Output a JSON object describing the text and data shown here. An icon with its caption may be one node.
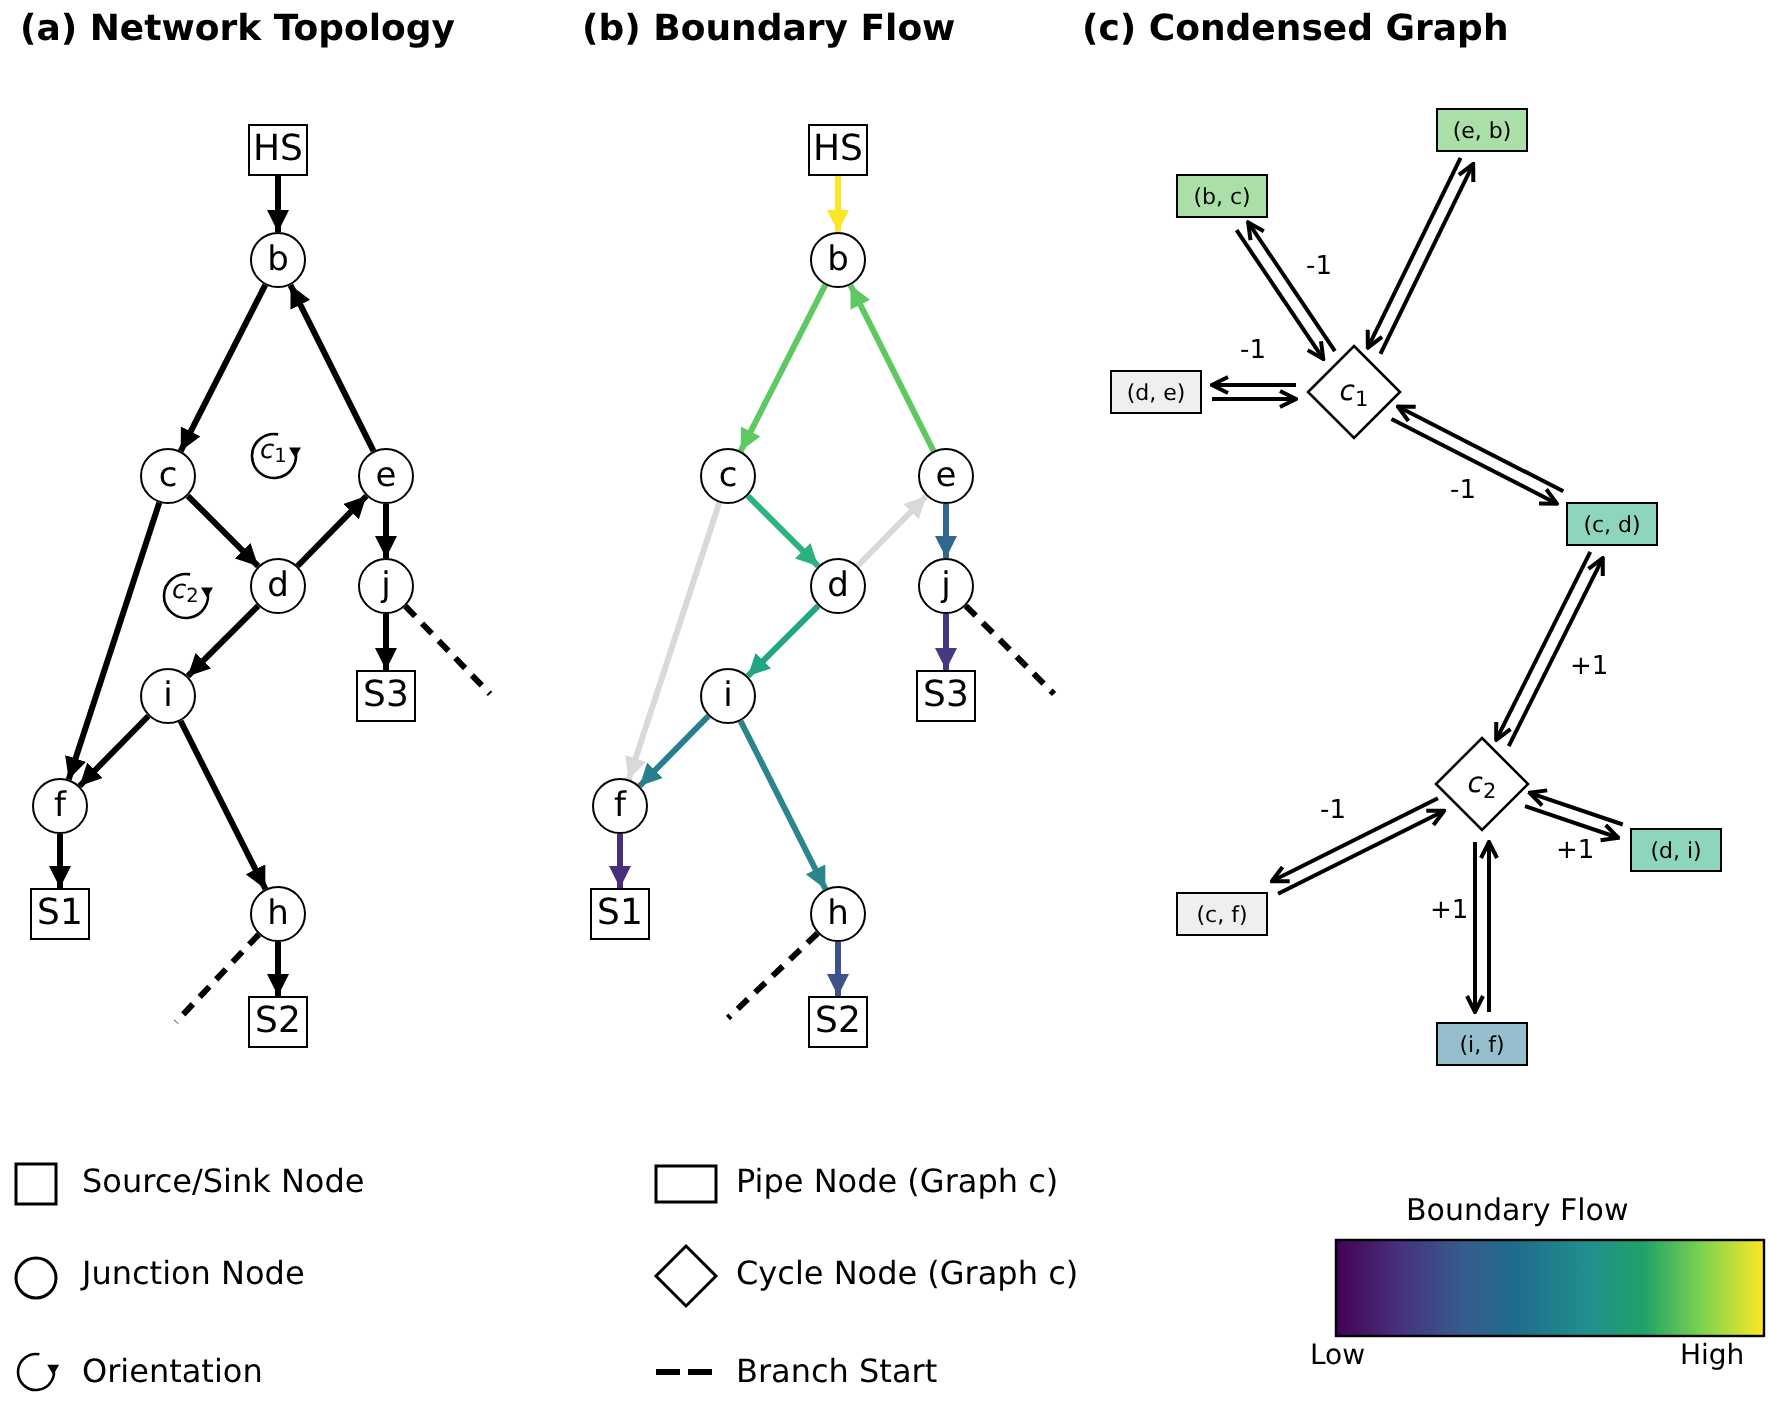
{
  "diagram": {
    "nodes": [
      {
        "text": [
          "HS"
        ]
      },
      {
        "text": [
          "b"
        ]
      },
      {
        "text": [
          "c"
        ]
      },
      {
        "text": [
          "e"
        ]
      },
      {
        "text": [
          "d"
        ]
      },
      {
        "text": [
          "j"
        ]
      },
      {
        "text": [
          "i"
        ]
      },
      {
        "text": [
          "S3"
        ]
      },
      {
        "text": [
          "f"
        ]
      },
      {
        "text": [
          "h"
        ]
      },
      {
        "text": [
          "S1"
        ]
      },
      {
        "text": [
          "S2"
        ]
      },
      {
        "text": [
          "HS"
        ]
      },
      {
        "text": [
          "b"
        ]
      },
      {
        "text": [
          "c"
        ]
      },
      {
        "text": [
          "e"
        ]
      },
      {
        "text": [
          "d"
        ]
      },
      {
        "text": [
          "j"
        ]
      },
      {
        "text": [
          "i"
        ]
      },
      {
        "text": [
          "S3"
        ]
      },
      {
        "text": [
          "f"
        ]
      },
      {
        "text": [
          "h"
        ]
      },
      {
        "text": [
          "S1"
        ]
      },
      {
        "text": [
          "S2"
        ]
      },
      {
        "text": [
          "(e, b)"
        ]
      },
      {
        "text": [
          "(b, c)"
        ]
      },
      {
        "text": [
          "(d, e)"
        ]
      },
      {
        "text": [
          "*c*$_{1}$"
        ]
      },
      {
        "text": [
          "(c, d)"
        ]
      },
      {
        "text": [
          "*c*$_{2}$"
        ]
      },
      {
        "text": [
          "(d, i)"
        ]
      },
      {
        "text": [
          "(c, f)"
        ]
      },
      {
        "text": [
          "(i, f)"
        ]
      }
    ],
    "edges": [
      {
        "from": 0,
        "to": 1,
        "arrow": "to"
      },
      {
        "from": 1,
        "to": 2,
        "arrow": "to"
      },
      {
        "from": 3,
        "to": 1,
        "arrow": "to"
      },
      {
        "from": 2,
        "to": 4,
        "arrow": "to"
      },
      {
        "from": 4,
        "to": 3,
        "arrow": "to"
      },
      {
        "from": 3,
        "to": 5,
        "arrow": "to"
      },
      {
        "from": 5,
        "to": 7,
        "arrow": "to"
      },
      {
        "from": 4,
        "to": 6,
        "arrow": "to"
      },
      {
        "from": 2,
        "to": 8,
        "arrow": "to"
      },
      {
        "from": 6,
        "to": 8,
        "arrow": "to"
      },
      {
        "from": 6,
        "to": 9,
        "arrow": "to"
      },
      {
        "from": 8,
        "to": 10,
        "arrow": "to"
      },
      {
        "from": 9,
        "to": 11,
        "arrow": "to"
      },
      {
        "from": 5,
        "to": null,
        "arrow": "none",
        "style": "dashed"
      },
      {
        "from": 9,
        "to": null,
        "arrow": "none",
        "style": "dashed"
      },
      {
        "from": 12,
        "to": 13,
        "arrow": "to",
        "color": "#fde725"
      },
      {
        "from": 13,
        "to": 14,
        "arrow": "to",
        "color": "#5ec962"
      },
      {
        "from": 15,
        "to": 13,
        "arrow": "to",
        "color": "#5ec962"
      },
      {
        "from": 14,
        "to": 16,
        "arrow": "to",
        "color": "#2db27d"
      },
      {
        "from": 16,
        "to": 15,
        "arrow": "to",
        "color": "#d9d9d9"
      },
      {
        "from": 15,
        "to": 17,
        "arrow": "to",
        "color": "#31688e"
      },
      {
        "from": 17,
        "to": 19,
        "arrow": "to",
        "color": "#443983"
      },
      {
        "from": 16,
        "to": 18,
        "arrow": "to",
        "color": "#21a585"
      },
      {
        "from": 14,
        "to": 20,
        "arrow": "to",
        "color": "#d9d9d9"
      },
      {
        "from": 18,
        "to": 20,
        "arrow": "to",
        "color": "#277f8e"
      },
      {
        "from": 18,
        "to": 21,
        "arrow": "to",
        "color": "#2a868c"
      },
      {
        "from": 20,
        "to": 22,
        "arrow": "to",
        "color": "#472d7b"
      },
      {
        "from": 21,
        "to": 23,
        "arrow": "to",
        "color": "#3b528b"
      },
      {
        "from": 17,
        "to": null,
        "arrow": "none",
        "style": "dashed"
      },
      {
        "from": 21,
        "to": null,
        "arrow": "none",
        "style": "dashed"
      },
      {
        "from": 25,
        "to": 27,
        "arrow": "to",
        "label": "-1"
      },
      {
        "from": 27,
        "to": 25,
        "arrow": "to"
      },
      {
        "from": 27,
        "to": 24,
        "arrow": "to"
      },
      {
        "from": 24,
        "to": 27,
        "arrow": "to"
      },
      {
        "from": 26,
        "to": 27,
        "arrow": "to",
        "label": "-1"
      },
      {
        "from": 27,
        "to": 26,
        "arrow": "to"
      },
      {
        "from": 27,
        "to": 28,
        "arrow": "to"
      },
      {
        "from": 28,
        "to": 27,
        "arrow": "to",
        "label": "-1"
      },
      {
        "from": 29,
        "to": 28,
        "arrow": "to"
      },
      {
        "from": 28,
        "to": 29,
        "arrow": "to",
        "label": "+1"
      },
      {
        "from": 31,
        "to": 29,
        "arrow": "to",
        "label": "-1"
      },
      {
        "from": 29,
        "to": 31,
        "arrow": "to"
      },
      {
        "from": 29,
        "to": 30,
        "arrow": "to"
      },
      {
        "from": 30,
        "to": 29,
        "arrow": "to",
        "label": "+1"
      },
      {
        "from": 32,
        "to": 29,
        "arrow": "to",
        "label": "+1"
      },
      {
        "from": 29,
        "to": 32,
        "arrow": "to"
      }
    ],
    "labels": [
      "(a) Network Topology",
      "(b) Boundary Flow",
      "(c) Condensed Graph",
      "*c*$_{1}$",
      "*c*$_{2}$",
      "Boundary Flow",
      "Low",
      "High"
    ],
    "legend": [
      {
        "text": "Source/Sink Node"
      },
      {
        "text": "Junction Node"
      },
      {
        "text": "Orientation"
      },
      {
        "text": "Pipe Node (Graph c)"
      },
      {
        "text": "Cycle Node (Graph c)"
      },
      {
        "text": "Branch Start"
      }
    ]
  }
}
